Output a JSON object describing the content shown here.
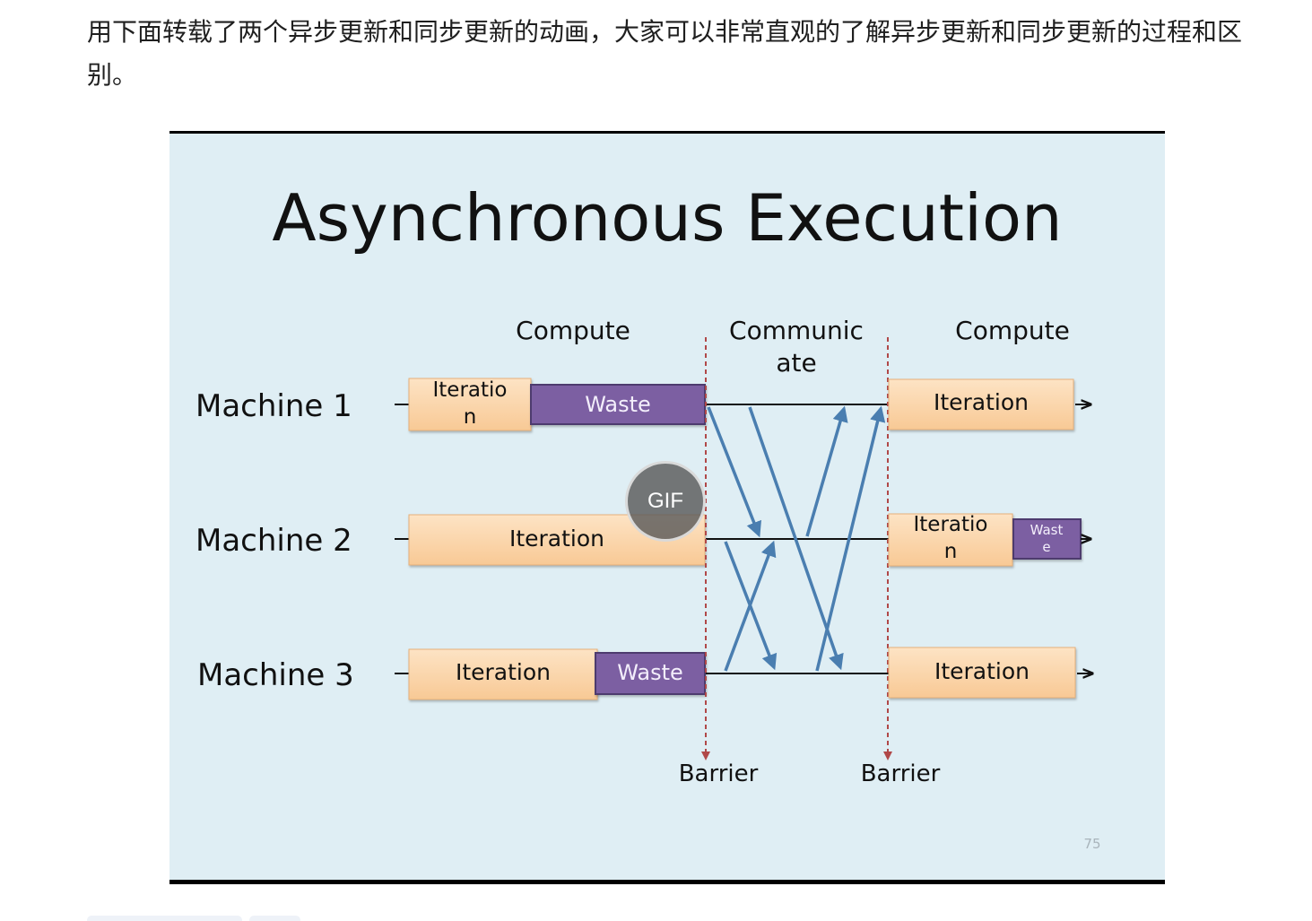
{
  "article": {
    "paragraph": "用下面转载了两个异步更新和同步更新的动画，大家可以非常直观的了解异步更新和同步更新的过程和区别。"
  },
  "figure": {
    "title": "Asynchronous Execution",
    "phases": {
      "compute_left": "Compute",
      "communicate_line1": "Communic",
      "communicate_line2": "ate",
      "compute_right": "Compute"
    },
    "machines": [
      "Machine 1",
      "Machine 2",
      "Machine 3"
    ],
    "blocks": {
      "m1_iter_line1": "Iteratio",
      "m1_iter_line2": "n",
      "m1_waste": "Waste",
      "m2_iter": "Iteration",
      "m3_iter": "Iteration",
      "m3_waste": "Waste",
      "r1_iter": "Iteration",
      "r2_iter_line1": "Iteratio",
      "r2_iter_line2": "n",
      "r2_waste_line1": "Wast",
      "r2_waste_line2": "e",
      "r3_iter": "Iteration"
    },
    "barriers": [
      "Barrier",
      "Barrier"
    ],
    "page_number": "75",
    "gif_badge": "GIF",
    "colors": {
      "background": "#dfeef4",
      "iteration_fill": "#fbd5ac",
      "waste_fill": "#7b5fa2",
      "arrow": "#4a7eb0",
      "barrier": "#b04848"
    }
  }
}
